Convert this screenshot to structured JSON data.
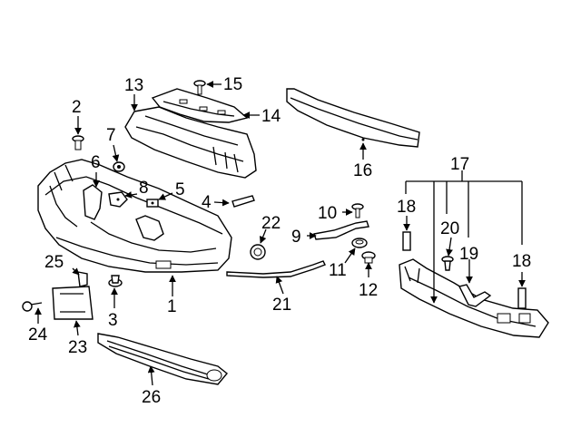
{
  "labels": {
    "1": "1",
    "2": "2",
    "3": "3",
    "4": "4",
    "5": "5",
    "6": "6",
    "7": "7",
    "8": "8",
    "9": "9",
    "10": "10",
    "11": "11",
    "12": "12",
    "13": "13",
    "14": "14",
    "15": "15",
    "16": "16",
    "17": "17",
    "18a": "18",
    "18b": "18",
    "19": "19",
    "20": "20",
    "21": "21",
    "22": "22",
    "23": "23",
    "24": "24",
    "25": "25",
    "26": "26"
  }
}
